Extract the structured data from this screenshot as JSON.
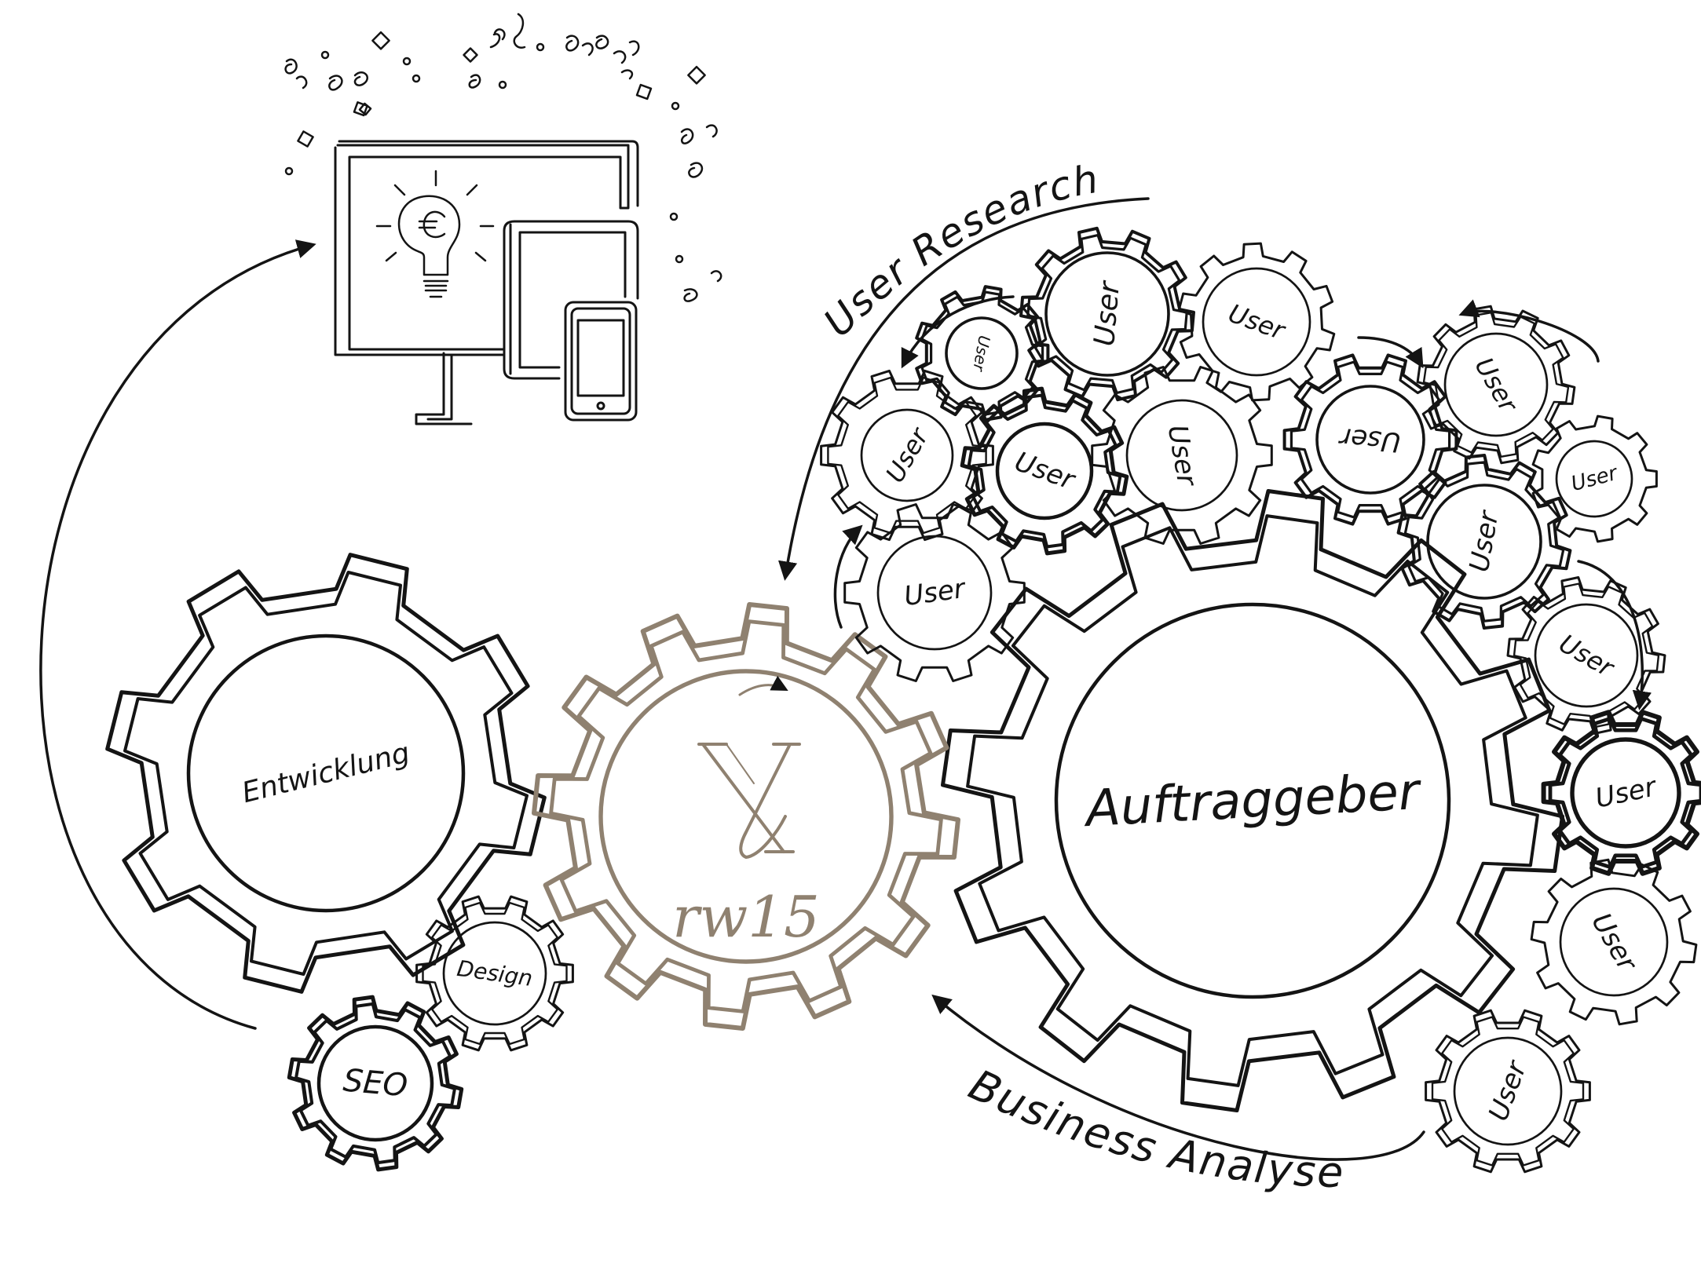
{
  "diagram": {
    "main_gears": {
      "auftraggeber": "Auftraggeber",
      "entwicklung": "Entwicklung",
      "center_logo": "rw15",
      "design": "Design",
      "seo": "SEO"
    },
    "user_gear_label": "User",
    "process_labels": {
      "user_research": "User Research",
      "business_analyse": "Business Analyse"
    },
    "colors": {
      "ink": "#141414",
      "accent": "#8f8170",
      "background": "#ffffff"
    },
    "icons": [
      "lightbulb-euro-icon",
      "desktop-monitor-icon",
      "tablet-icon",
      "smartphone-icon",
      "confetti"
    ]
  }
}
